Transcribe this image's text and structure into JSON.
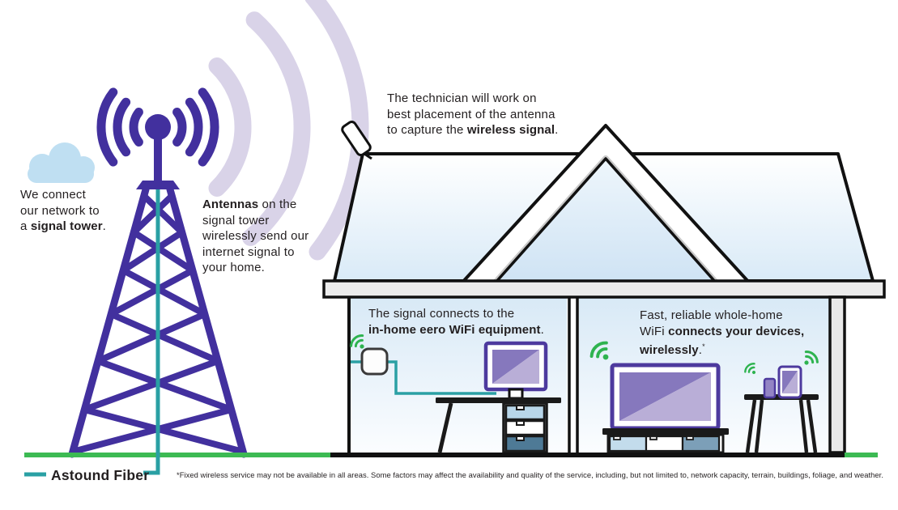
{
  "figure": {
    "type": "infographic-diagram",
    "topic": "How fixed wireless internet service works"
  },
  "captions": {
    "network": {
      "line1": "We connect",
      "line2": "our network to",
      "line3_pre": "a ",
      "line3_bold": "signal tower",
      "line3_post": "."
    },
    "antennas": {
      "line1_bold": "Antennas",
      "line1_rest": " on the",
      "line2": "signal tower",
      "line3": "wirelessly send our",
      "line4": "internet signal to",
      "line5": "your home."
    },
    "technician": {
      "line1": "The technician will work on",
      "line2": "best placement of the antenna",
      "line3_pre": "to capture the ",
      "line3_bold": "wireless signal",
      "line3_post": "."
    },
    "eero": {
      "line1": "The signal connects to the",
      "line2_bold": "in-home eero WiFi equipment",
      "line2_post": "."
    },
    "devices": {
      "line1": "Fast, reliable whole-home",
      "line2_pre": "WiFi ",
      "line2_bold": "connects your devices,",
      "line3_bold": "wirelessly",
      "line3_post": ".",
      "line3_sup": "*"
    }
  },
  "legend": {
    "label": "Astound Fiber"
  },
  "disclaimer": "*Fixed wireless service may not be available in all areas. Some factors may affect the availability and quality of the service, including, but not limited to, network capacity, terrain, buildings, foliage, and weather.",
  "icons": {
    "cloud": "cloud-icon",
    "signal_tower": "signal-tower-icon",
    "tower_broadcast": "tower-wifi-arcs-icon",
    "wireless_signal": "wireless-signal-arcs-icon",
    "roof_antenna": "roof-antenna-icon",
    "wifi": "wifi-icon",
    "eero_device": "eero-device-icon",
    "monitor": "desktop-monitor-icon",
    "tv": "tv-icon",
    "phone": "phone-icon",
    "tablet": "tablet-icon"
  },
  "colors": {
    "purple": "#42309e",
    "lavender": "#d9d3e8",
    "teal": "#2aa0a4",
    "ground_green": "#3cba53",
    "wifi_green": "#2eb34f",
    "cloud_blue": "#bfdff2",
    "device_purple": "#4d3a9e",
    "screen_dark": "#8678bd",
    "screen_light": "#b9aed7",
    "drawer_light_blue": "#b8d6e9",
    "drawer_slate": "#4e7a96",
    "tv_drawer_blue": "#7c9fb8",
    "eave_gray": "#ececec",
    "beam_gray": "#c8c8c8",
    "text": "#231f20"
  }
}
